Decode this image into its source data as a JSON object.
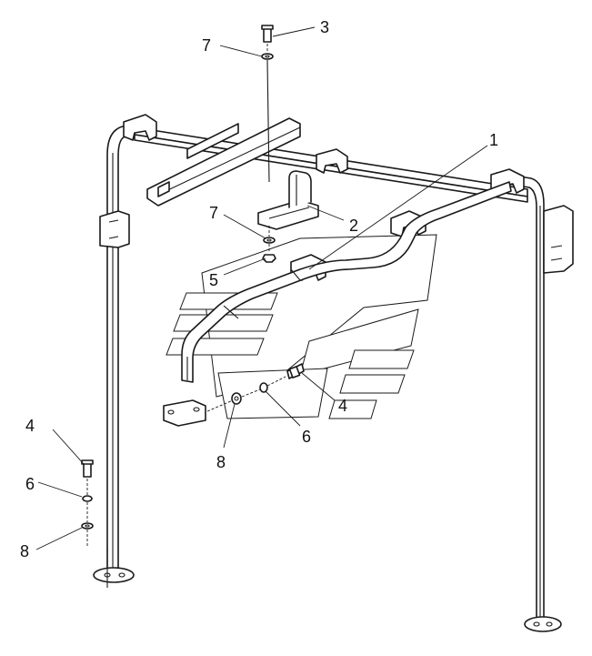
{
  "callouts": [
    {
      "id": "c3a",
      "label": "3"
    },
    {
      "id": "c7a",
      "label": "7"
    },
    {
      "id": "c1",
      "label": "1"
    },
    {
      "id": "c7b",
      "label": "7"
    },
    {
      "id": "c2",
      "label": "2"
    },
    {
      "id": "c5",
      "label": "5"
    },
    {
      "id": "c4a",
      "label": "4"
    },
    {
      "id": "c6a",
      "label": "6"
    },
    {
      "id": "c8a",
      "label": "8"
    },
    {
      "id": "c4b",
      "label": "4"
    },
    {
      "id": "c6b",
      "label": "6"
    },
    {
      "id": "c8b",
      "label": "8"
    }
  ]
}
